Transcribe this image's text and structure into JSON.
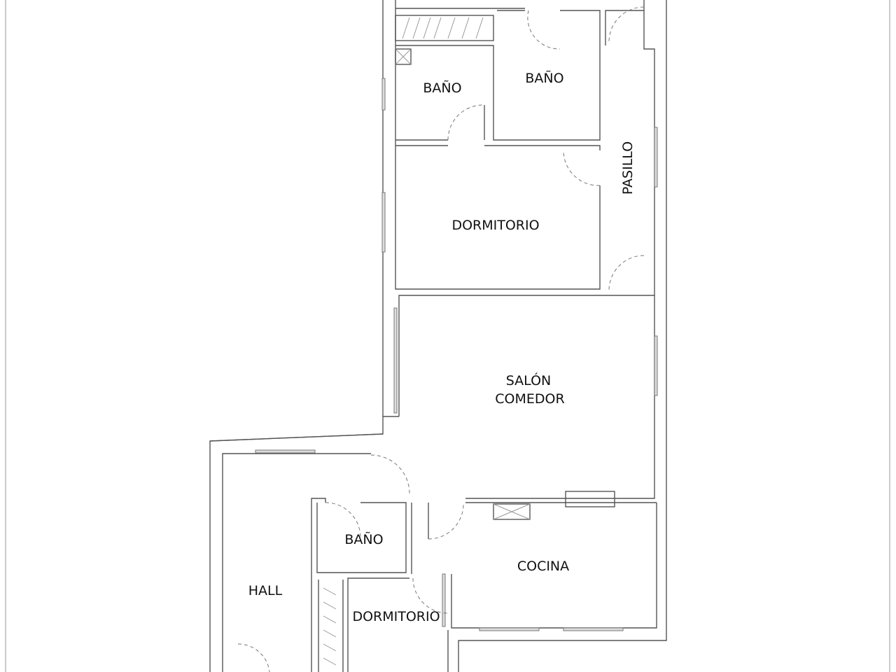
{
  "rooms": {
    "bano_1": "BAÑO",
    "bano_2": "BAÑO",
    "pasillo": "PASILLO",
    "dormitorio_1": "DORMITORIO",
    "salon_line1": "SALÓN",
    "salon_line2": "COMEDOR",
    "bano_3": "BAÑO",
    "cocina": "COCINA",
    "hall": "HALL",
    "dormitorio_2": "DORMITORIO"
  }
}
